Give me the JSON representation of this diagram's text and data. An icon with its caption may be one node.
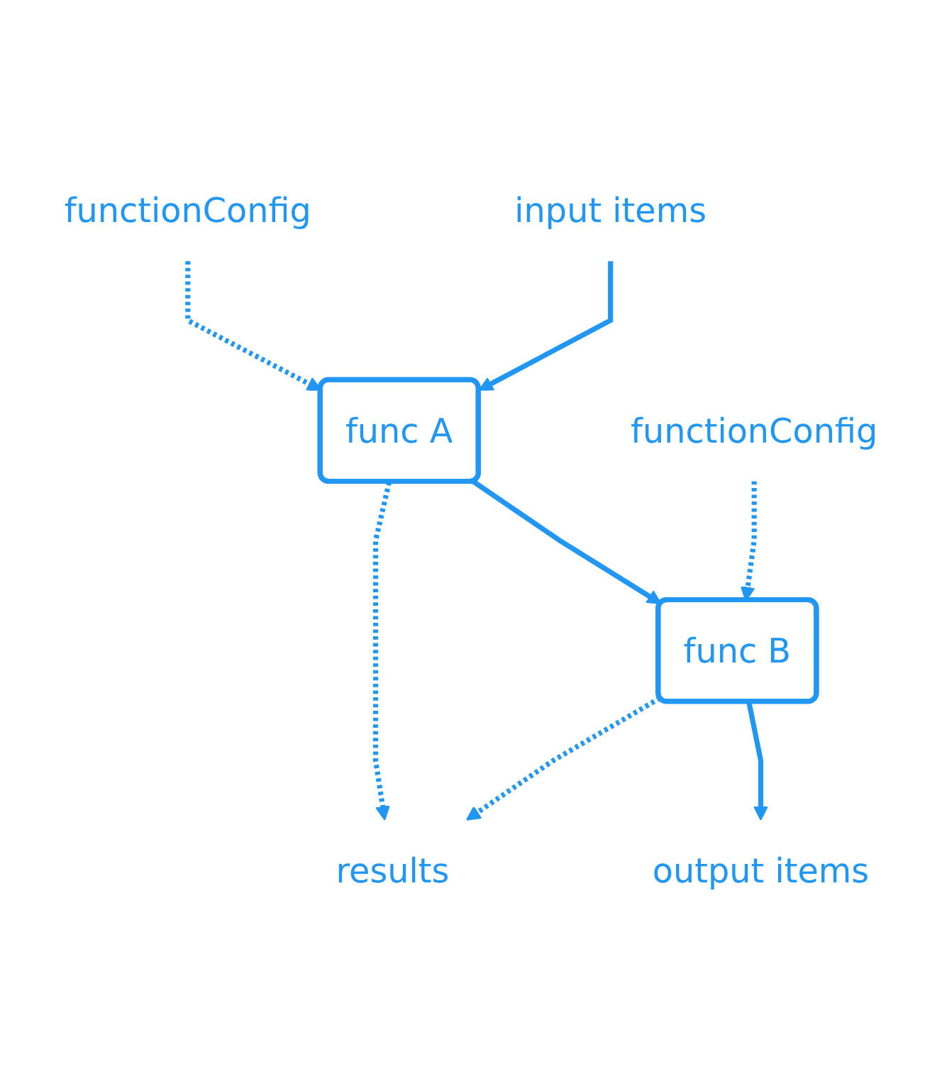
{
  "diagram": {
    "nodes": [
      {
        "text": [
          "input items"
        ]
      },
      {
        "text": [
          "functionConfig"
        ]
      },
      {
        "text": [
          "func A"
        ]
      },
      {
        "text": [
          "functionConfig"
        ]
      },
      {
        "text": [
          "func B"
        ]
      },
      {
        "text": [
          "output items"
        ]
      },
      {
        "text": [
          "results"
        ]
      }
    ],
    "edges": [
      {
        "from": 0,
        "to": 2,
        "arrow": "to"
      },
      {
        "from": 1,
        "to": 2,
        "arrow": "to",
        "style": "dashed"
      },
      {
        "from": 2,
        "to": 4,
        "arrow": "to"
      },
      {
        "from": 3,
        "to": 4,
        "arrow": "to",
        "style": "dashed"
      },
      {
        "from": 4,
        "to": 5,
        "arrow": "to"
      },
      {
        "from": 4,
        "to": 6,
        "arrow": "to",
        "style": "dashed"
      },
      {
        "from": 2,
        "to": 6,
        "arrow": "to",
        "style": "dashed"
      }
    ]
  }
}
